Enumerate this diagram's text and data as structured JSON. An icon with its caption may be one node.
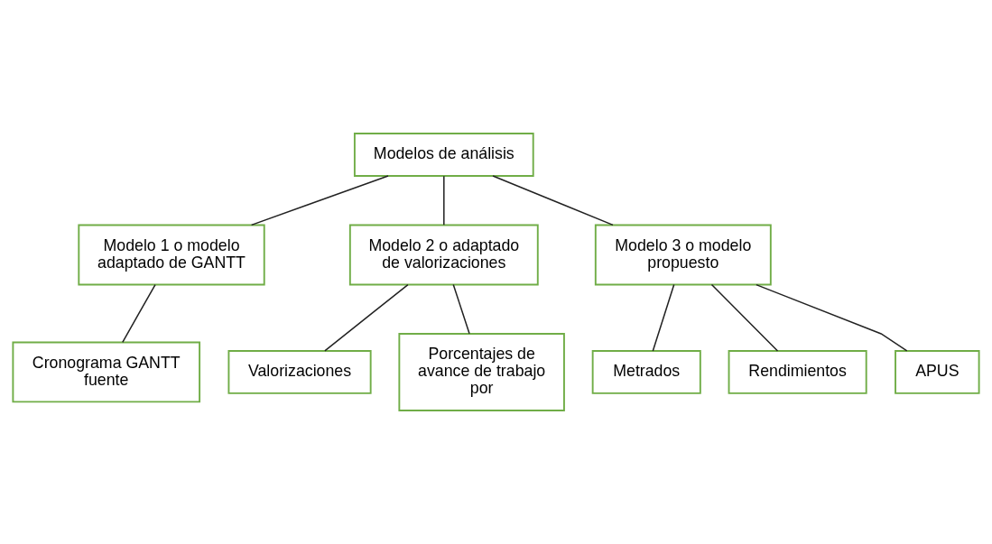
{
  "diagram": {
    "nodes": [
      {
        "text": [
          "Modelos de análisis"
        ]
      },
      {
        "text": [
          "Modelo 1 o modelo adaptado de GANTT"
        ]
      },
      {
        "text": [
          "Modelo 2 o adaptado de valorizaciones"
        ]
      },
      {
        "text": [
          "Modelo 3 o modelo propuesto"
        ]
      },
      {
        "text": [
          "Cronograma GANTT fuente"
        ]
      },
      {
        "text": [
          "Valorizaciones"
        ]
      },
      {
        "text": [
          "Porcentajes de avance de trabajo por"
        ]
      },
      {
        "text": [
          "Metrados"
        ]
      },
      {
        "text": [
          "Rendimientos"
        ]
      },
      {
        "text": [
          "APUS"
        ]
      }
    ],
    "edges": [
      {
        "from": 0,
        "to": 1,
        "arrow": "none"
      },
      {
        "from": 0,
        "to": 2,
        "arrow": "none"
      },
      {
        "from": 0,
        "to": 3,
        "arrow": "none"
      },
      {
        "from": 1,
        "to": 4,
        "arrow": "none"
      },
      {
        "from": 2,
        "to": 5,
        "arrow": "none"
      },
      {
        "from": 2,
        "to": 6,
        "arrow": "none"
      },
      {
        "from": 3,
        "to": 7,
        "arrow": "none"
      },
      {
        "from": 3,
        "to": 8,
        "arrow": "none"
      },
      {
        "from": 3,
        "to": 9,
        "arrow": "none"
      }
    ]
  }
}
